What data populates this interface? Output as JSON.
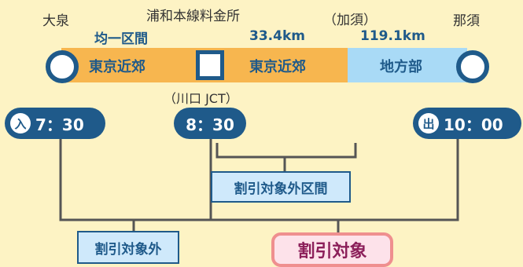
{
  "places": {
    "start": "大泉",
    "tollgate": "浦和本線料金所",
    "kazo": "（加須）",
    "end": "那須",
    "junction": "（川口 JCT）"
  },
  "segments": {
    "seg1_top": "均一区間",
    "seg1_label": "東京近郊",
    "seg2_top": "33.4km",
    "seg2_label": "東京近郊",
    "seg3_top": "119.1km",
    "seg3_label": "地方部"
  },
  "times": {
    "entry_badge": "入",
    "entry_time": "7：30",
    "mid_time": "8：30",
    "exit_badge": "出",
    "exit_time": "10：00"
  },
  "boxes": {
    "excluded_section": "割引対象外区間",
    "excluded": "割引対象外",
    "target": "割引対象"
  },
  "colors": {
    "orange": "#f7b64f",
    "light_blue": "#a9daf6",
    "navy": "#1f5a8a",
    "background": "#fdf3c4",
    "target_border": "#ef8f8f"
  }
}
